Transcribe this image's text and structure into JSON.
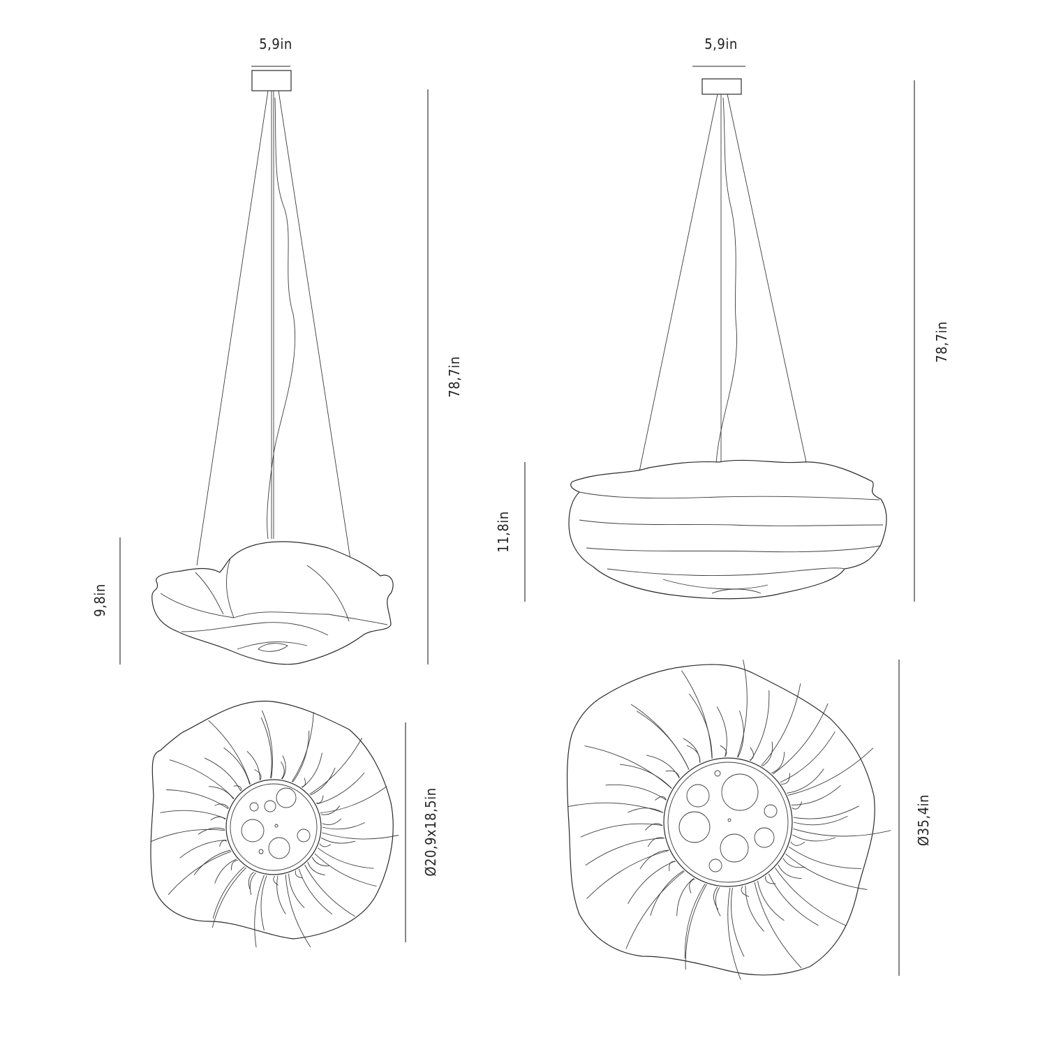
{
  "left_lamp": {
    "canopy_width": "5,9in",
    "total_height": "78,7in",
    "shade_height": "9,8in",
    "diameter": "Ø20,9x18,5in"
  },
  "right_lamp": {
    "canopy_width": "5,9in",
    "total_height": "78,7in",
    "shade_height": "11,8in",
    "diameter": "Ø35,4in"
  }
}
